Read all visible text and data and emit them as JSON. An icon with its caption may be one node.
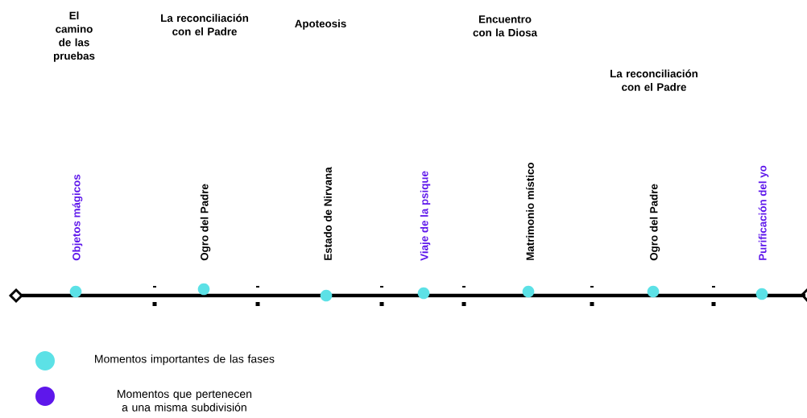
{
  "diagram": {
    "nodes": [
      {
        "text": [],
        "shape": "circle",
        "beside": [
          "Objetos mágicos"
        ]
      },
      {
        "text": [],
        "shape": "circle",
        "beside": [
          "Ogro del Padre"
        ]
      },
      {
        "text": [],
        "shape": "circle",
        "beside": [
          "Estado de Nirvana"
        ]
      },
      {
        "text": [],
        "shape": "circle",
        "beside": [
          "Viaje  de la psique"
        ]
      },
      {
        "text": [],
        "shape": "circle",
        "beside": [
          "Matrimonio místico"
        ]
      },
      {
        "text": [],
        "shape": "circle",
        "beside": [
          "Ogro del Padre"
        ]
      },
      {
        "text": [],
        "shape": "circle",
        "beside": [
          "Purificación del yo"
        ]
      }
    ],
    "labels": [
      "El camino de las pruebas",
      "La reconciliación con el Padre",
      "Apoteosis",
      "Encuentro con la Diosa",
      "La reconciliación con el Padre"
    ],
    "legend": [
      {
        "text": "Momentos importantes de las fases",
        "color": "#5ce1e6"
      },
      {
        "text": "Momentos que pertenecen a una misma subdivisión",
        "color": "#5e17eb"
      }
    ]
  }
}
